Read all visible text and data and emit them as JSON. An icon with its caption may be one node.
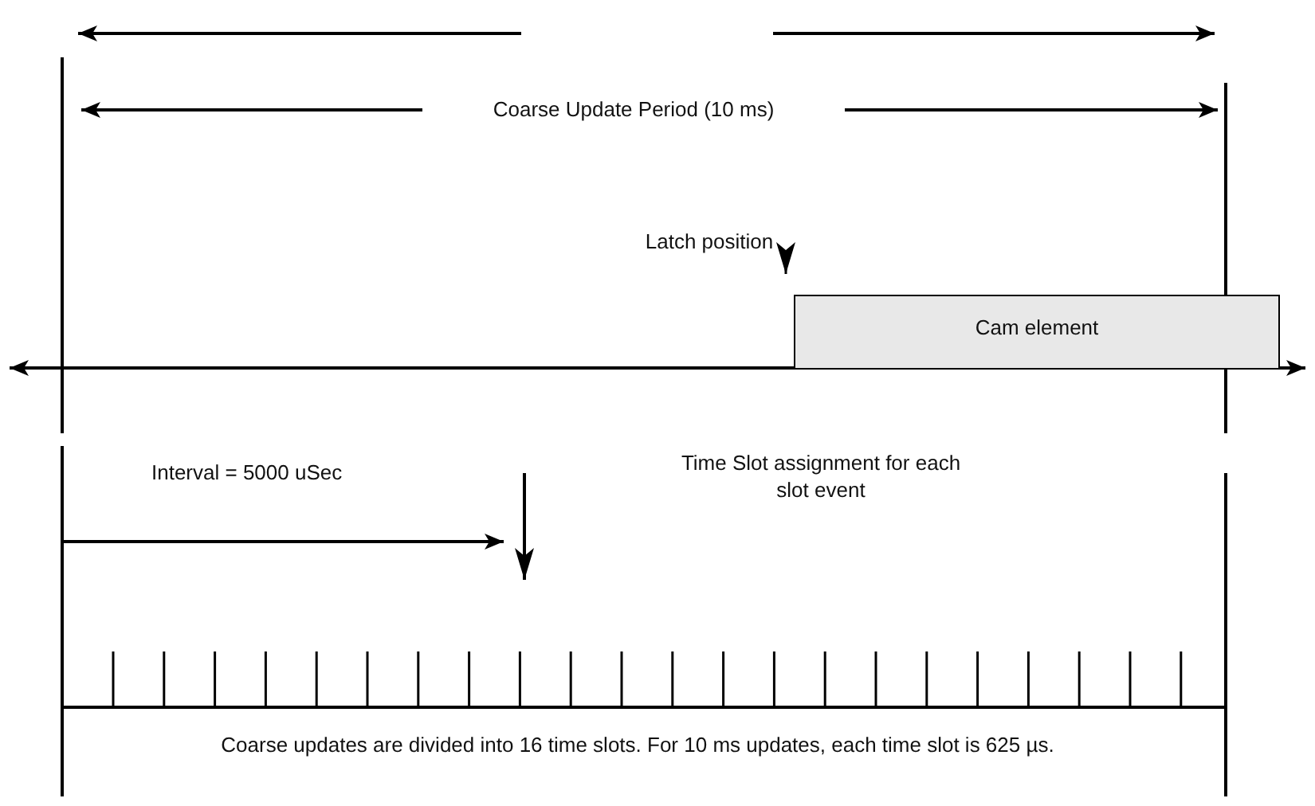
{
  "diagram": {
    "nodes": [
      {
        "text": [
          "Latch position"
        ]
      },
      {
        "text": [
          "Cam element"
        ]
      }
    ],
    "edges": [
      {
        "from": 0,
        "to": 1,
        "arrow": "to"
      }
    ],
    "labels": [
      "Coarse Update Period (10 ms)",
      "Interval = 5000 uSec",
      "Time Slot assignment for each slot event",
      "Coarse updates are divided into 16 time slots. For 10 ms updates, each time slot is 625 µs."
    ]
  }
}
